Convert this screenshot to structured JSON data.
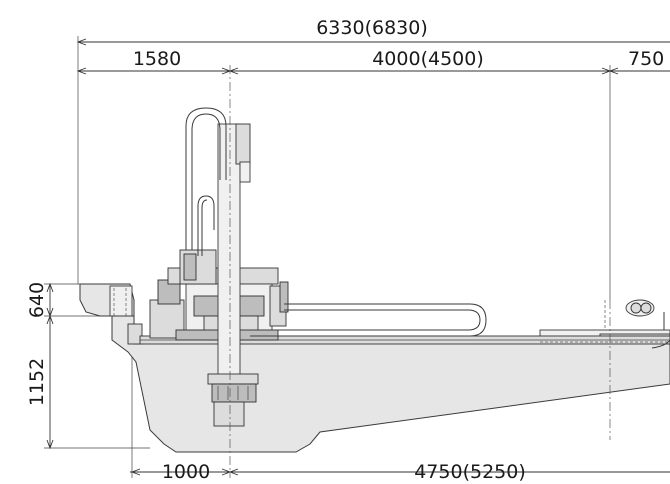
{
  "dimensions": {
    "overall_top": "6330(6830)",
    "left_span": "1580",
    "mid_span": "4000(4500)",
    "right_span": "750",
    "height_upper": "640",
    "height_lower": "1152",
    "bottom_left": "1000",
    "bottom_right": "4750(5250)"
  },
  "colors": {
    "machine_fill": "#e6e6e6",
    "line": "#333333"
  }
}
